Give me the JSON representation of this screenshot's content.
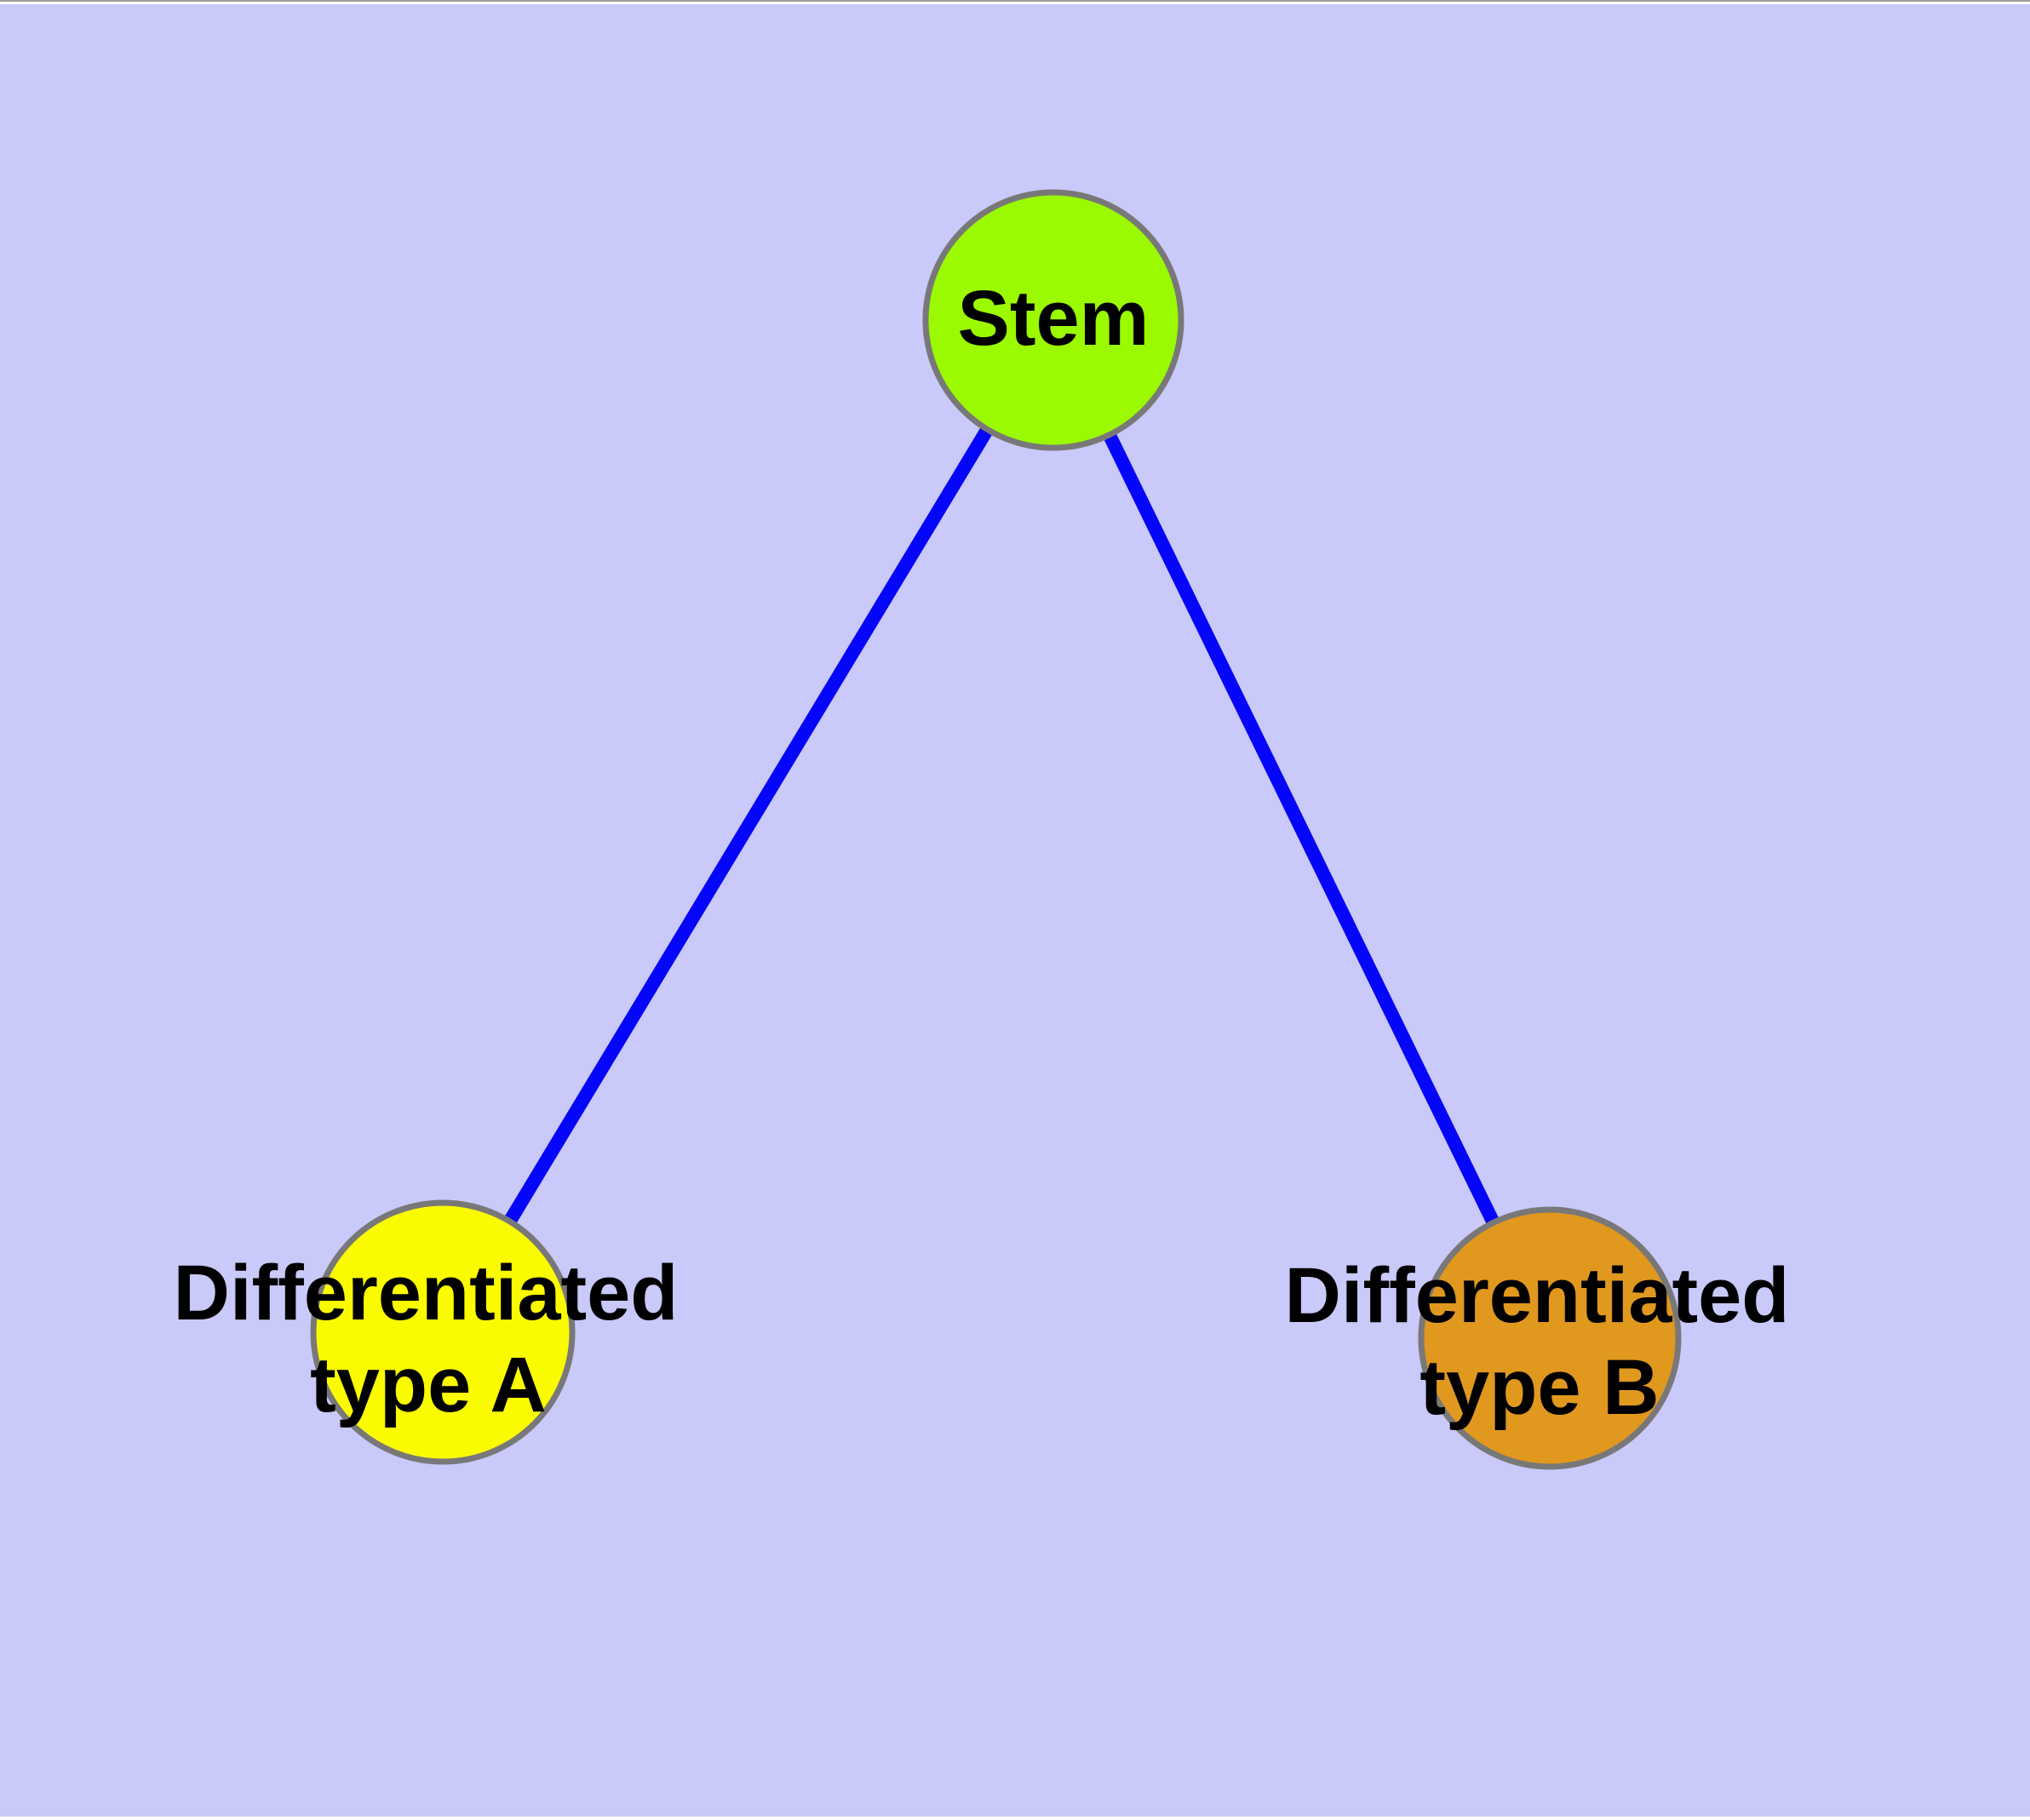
{
  "diagram": {
    "type": "graph",
    "background_color": "#C9C9FA",
    "edge_color": "#0505FA",
    "node_border_color": "#787878",
    "label_color": "#000000",
    "nodes": {
      "stem": {
        "label": "Stem",
        "fill_color": "#9BFA00"
      },
      "type_a": {
        "label_line1": "Differentiated",
        "label_line2": "type A",
        "fill_color": "#FBFB00"
      },
      "type_b": {
        "label_line1": "Differentiated",
        "label_line2": "type B",
        "fill_color": "#E0981E"
      }
    },
    "edges": [
      {
        "from": "Stem",
        "to": "Differentiated type A"
      },
      {
        "from": "Stem",
        "to": "Differentiated type B"
      }
    ]
  }
}
